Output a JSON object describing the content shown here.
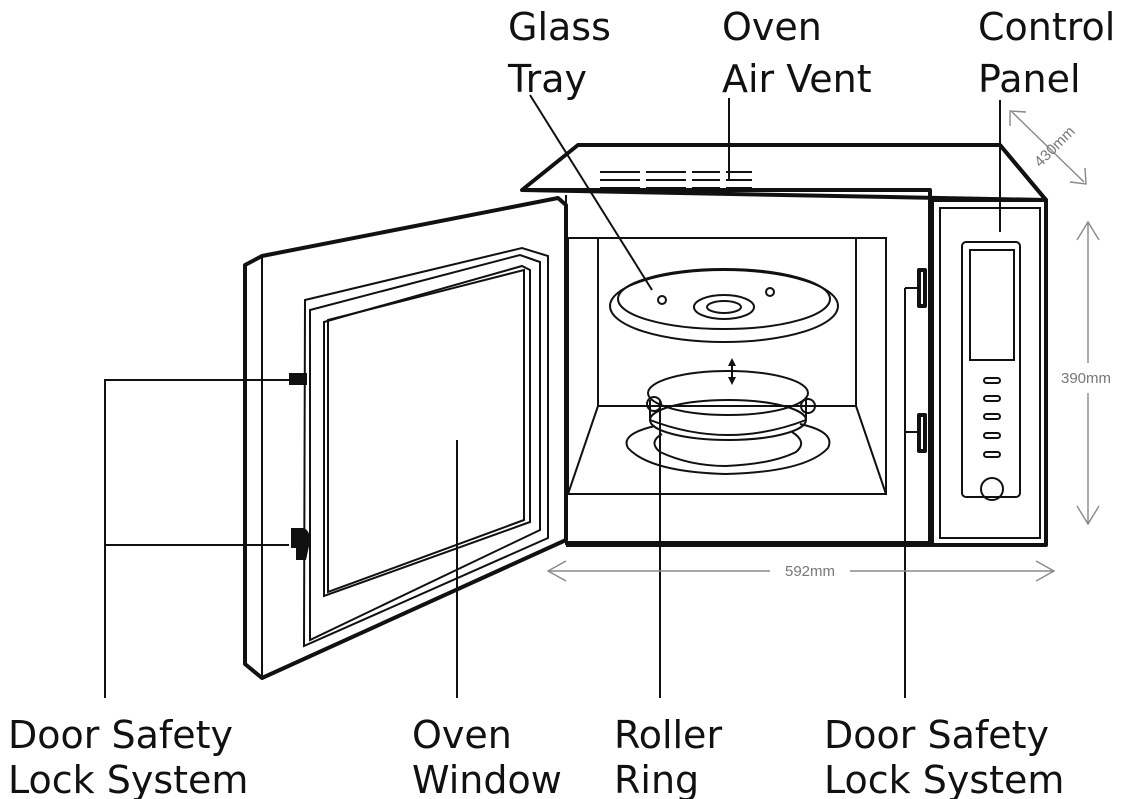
{
  "labels": {
    "glass_tray": [
      "Glass",
      "Tray"
    ],
    "oven_air_vent": [
      "Oven",
      "Air Vent"
    ],
    "control_panel": [
      "Control",
      "Panel"
    ],
    "door_safety_lock_left": [
      "Door Safety",
      "Lock System"
    ],
    "oven_window": [
      "Oven",
      "Window"
    ],
    "roller_ring": [
      "Roller",
      "Ring"
    ],
    "door_safety_lock_right": [
      "Door Safety",
      "Lock System"
    ]
  },
  "dimensions": {
    "depth": "430mm",
    "height": "390mm",
    "width": "592mm"
  },
  "colors": {
    "line": "#111111",
    "dimension": "#888888",
    "background": "#ffffff"
  }
}
